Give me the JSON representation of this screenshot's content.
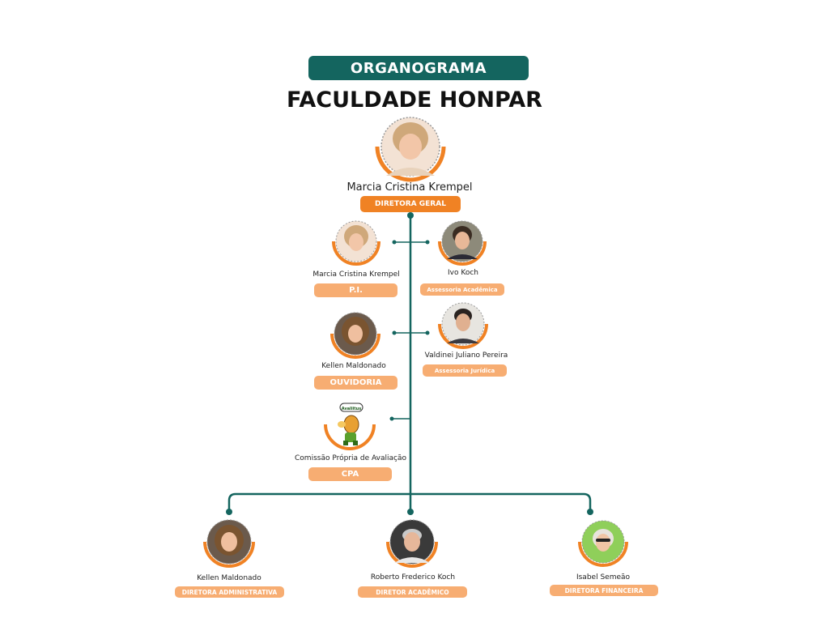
{
  "header": {
    "label": "ORGANOGRAMA",
    "title": "FACULDADE HONPAR"
  },
  "colors": {
    "accent": "#14655f",
    "orange": "#f08224",
    "light_orange": "#f7ad72"
  },
  "director": {
    "name": "Marcia Cristina Krempel",
    "role": "DIRETORA GERAL"
  },
  "advisors": [
    {
      "name": "Marcia Cristina Krempel",
      "role": "P.I."
    },
    {
      "name": "Ivo Koch",
      "role": "Assessoria Acadêmica"
    },
    {
      "name": "Kellen Maldonado",
      "role": "OUVIDORIA"
    },
    {
      "name": "Valdinei Juliano Pereira",
      "role": "Assessoria Jurídica"
    },
    {
      "name": "Comissão Própria de Avaliação",
      "role": "CPA",
      "badge": "Avaliitus"
    }
  ],
  "directors": [
    {
      "name": "Kellen Maldonado",
      "role": "DIRETORA ADMINISTRATIVA"
    },
    {
      "name": "Roberto Frederico Koch",
      "role": "DIRETOR ACADÊMICO"
    },
    {
      "name": "Isabel Semeão",
      "role": "DIRETORA FINANCEIRA"
    }
  ]
}
